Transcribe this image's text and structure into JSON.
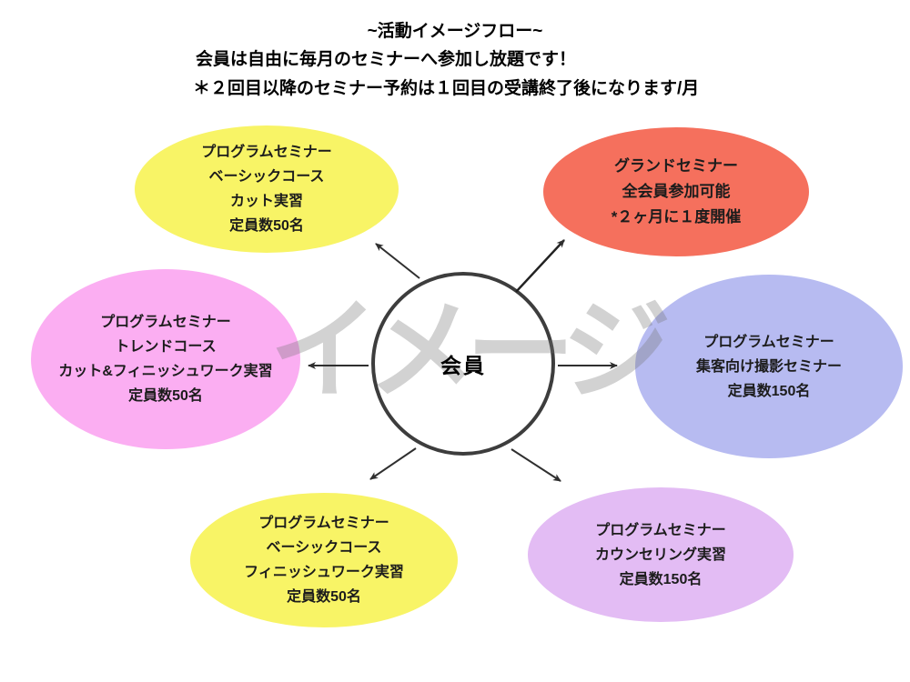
{
  "header": {
    "title": "~活動イメージフロー~",
    "line2": "会員は自由に毎月のセミナーへ参加し放題です！",
    "line3": "＊２回目以降のセミナー予約は１回目の受講終了後になります/月"
  },
  "watermark": "イメージ",
  "center": {
    "label": "会員"
  },
  "nodes": {
    "top_left": {
      "lines": [
        "プログラムセミナー",
        "ベーシックコース",
        "カット実習",
        "定員数50名"
      ]
    },
    "top_right": {
      "lines": [
        "グランドセミナー",
        "全会員参加可能",
        "*２ヶ月に１度開催"
      ]
    },
    "left": {
      "lines": [
        "プログラムセミナー",
        "トレンドコース",
        "カット&フィニッシュワーク実習",
        "定員数50名"
      ]
    },
    "right": {
      "lines": [
        "プログラムセミナー",
        "集客向け撮影セミナー",
        "定員数150名"
      ]
    },
    "bottom_left": {
      "lines": [
        "プログラムセミナー",
        "ベーシックコース",
        "フィニッシュワーク実習",
        "定員数50名"
      ]
    },
    "bottom_right": {
      "lines": [
        "プログラムセミナー",
        "カウンセリング実習",
        "定員数150名"
      ]
    }
  },
  "colors": {
    "yellow": "#f8f466",
    "red": "#f5705d",
    "pink": "#fbaef2",
    "blue": "#b7bbf1",
    "lavender": "#e3bcf4",
    "circle_border": "#3d3d3d",
    "arrow": "#2f2f2f",
    "watermark_gray": "#d2d2d2",
    "text": "#1c1c1c"
  }
}
